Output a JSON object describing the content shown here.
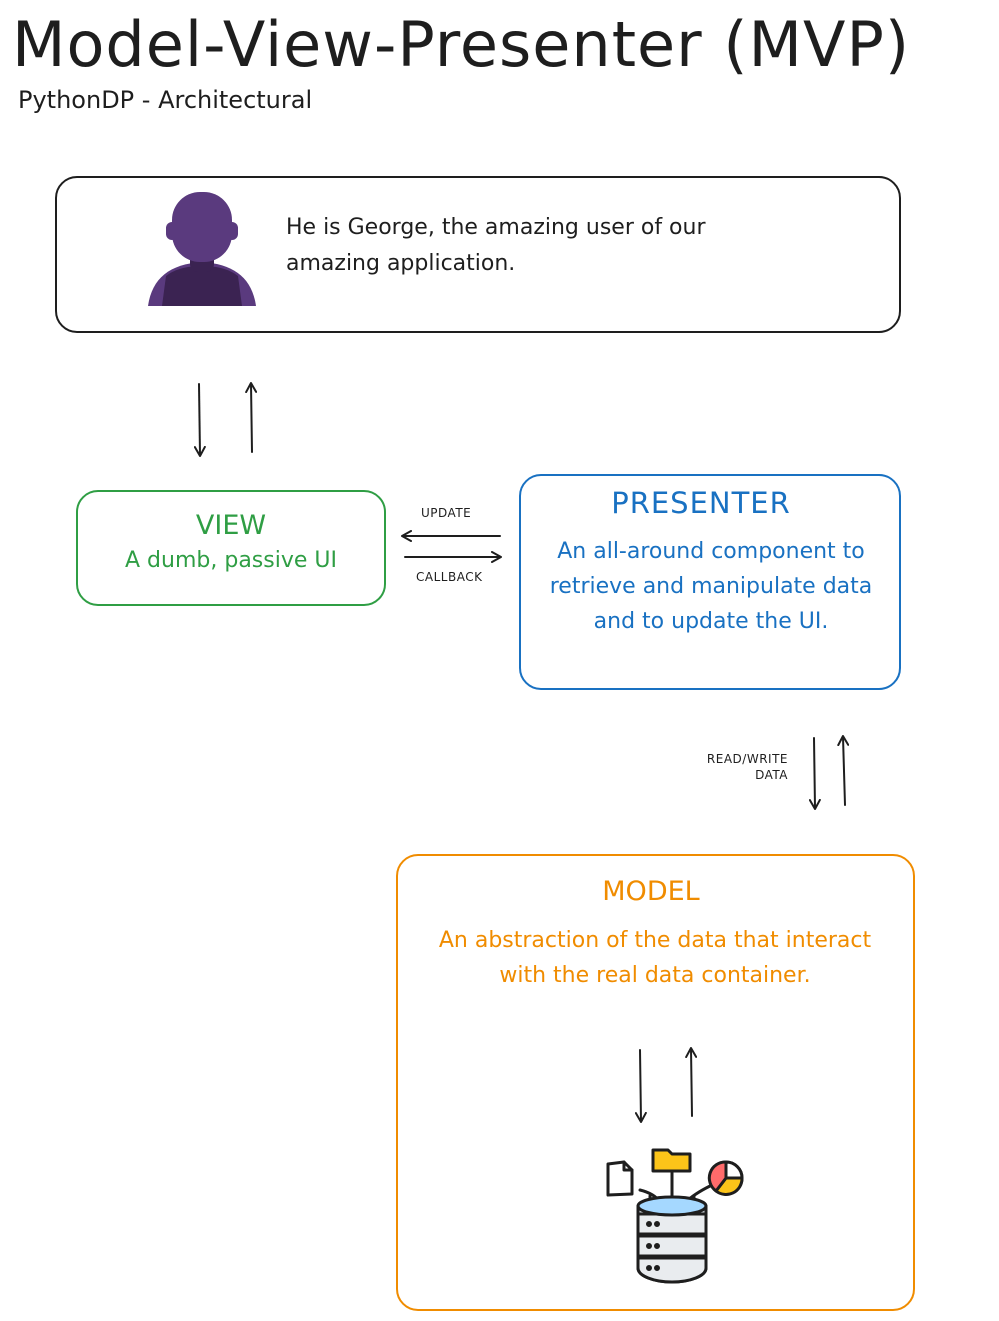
{
  "title": "Model-View-Presenter (MVP)",
  "subtitle": "PythonDP - Architectural",
  "user": {
    "description": "He is George, the amazing user of our amazing application.",
    "avatar_icon": "person-silhouette-icon"
  },
  "view": {
    "title": "VIEW",
    "description": "A dumb, passive UI",
    "color": "#2f9e44"
  },
  "presenter": {
    "title": "PRESENTER",
    "description": "An all-around component to retrieve and manipulate data and to update the UI.",
    "color": "#1971c2"
  },
  "model": {
    "title": "MODEL",
    "description": "An abstraction of the data that interact with the real data container.",
    "color": "#f08c00",
    "data_icon": "database-server-icon"
  },
  "edges": {
    "update_label": "UPDATE",
    "callback_label": "CALLBACK",
    "read_write_label": "READ/WRITE DATA"
  }
}
